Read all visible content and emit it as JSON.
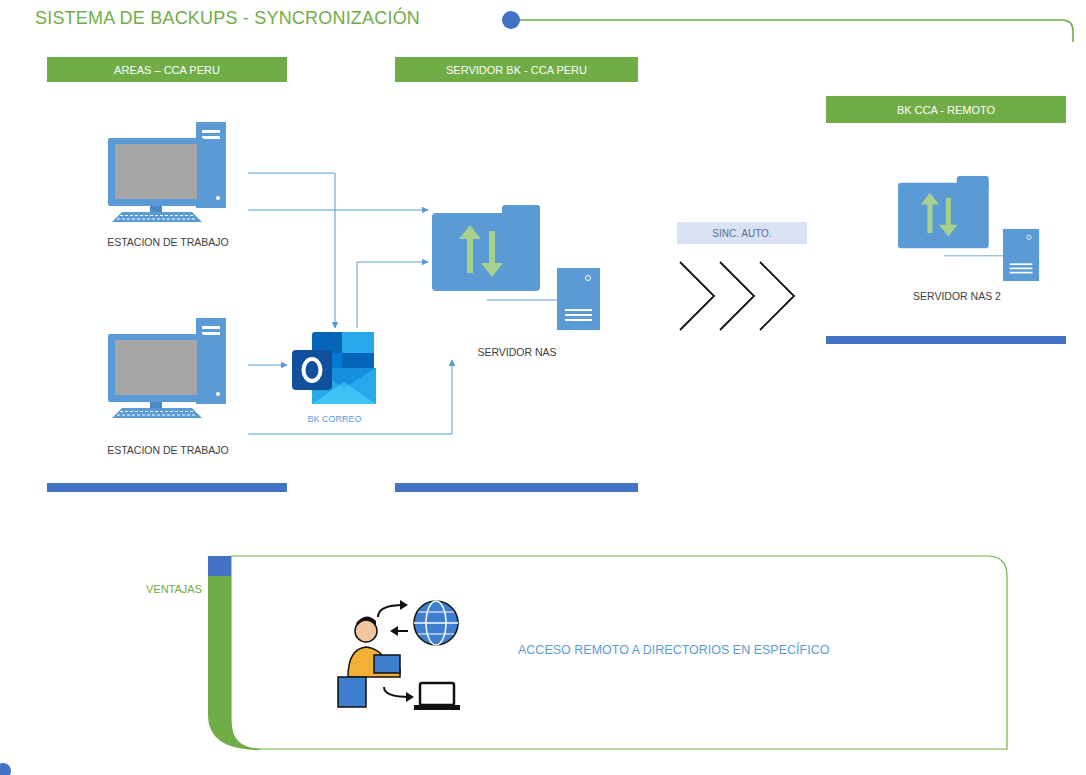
{
  "diagram": {
    "title": "SISTEMA DE BACKUPS - SYNCRONIZACIÓN",
    "nodes": [
      {
        "text": [
          "AREAS – CCA PERU"
        ]
      },
      {
        "text": [
          "SERVIDOR BK - CCA PERU"
        ]
      },
      {
        "text": [
          "BK CCA  - REMOTO"
        ]
      },
      {
        "text": [
          "ESTACION DE TRABAJO"
        ]
      },
      {
        "text": [
          "ESTACION DE TRABAJO"
        ]
      },
      {
        "text": [
          "BK CORREO"
        ]
      },
      {
        "text": [
          "SERVIDOR NAS"
        ]
      },
      {
        "text": [
          "SINC. AUTO."
        ]
      },
      {
        "text": [
          "SERVIDOR NAS 2"
        ]
      },
      {
        "text": [
          "VENTAJAS",
          "ACCESO REMOTO A DIRECTORIOS EN ESPECÍFICO"
        ]
      }
    ],
    "edges": [
      {
        "from": 3,
        "to": 6,
        "arrow": "to"
      },
      {
        "from": 3,
        "to": 5,
        "arrow": "to"
      },
      {
        "from": 4,
        "to": 5,
        "arrow": "to"
      },
      {
        "from": 4,
        "to": 6,
        "arrow": "to"
      },
      {
        "from": 5,
        "to": 6,
        "arrow": "to"
      }
    ]
  }
}
